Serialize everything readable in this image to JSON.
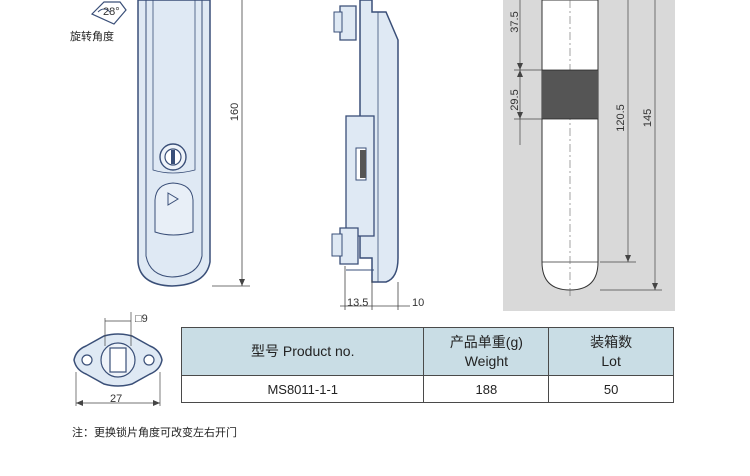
{
  "labels": {
    "rotation_angle": "旋转角度",
    "note": "注：更换锁片角度可改变左右开门"
  },
  "dimensions": {
    "front_height": "160",
    "side_width_a": "13.5",
    "side_width_b": "10",
    "insert_a": "37.5",
    "insert_b": "29.5",
    "insert_c": "120.5",
    "insert_d": "145",
    "plate_square": "□9",
    "plate_width": "27"
  },
  "table": {
    "headers": [
      {
        "line1": "型号 Product no.",
        "line2": ""
      },
      {
        "line1": "产品单重(g)",
        "line2": "Weight"
      },
      {
        "line1": "装箱数",
        "line2": "Lot"
      }
    ],
    "rows": [
      {
        "model": "MS8011-1-1",
        "weight": "188",
        "lot": "50"
      }
    ]
  },
  "colors": {
    "handle_fill": "#dfe9f4",
    "handle_stroke": "#3a4f78",
    "insert_panel": "#d9d9d9",
    "table_header": "#c9dde5",
    "grip_dark": "#555555"
  }
}
